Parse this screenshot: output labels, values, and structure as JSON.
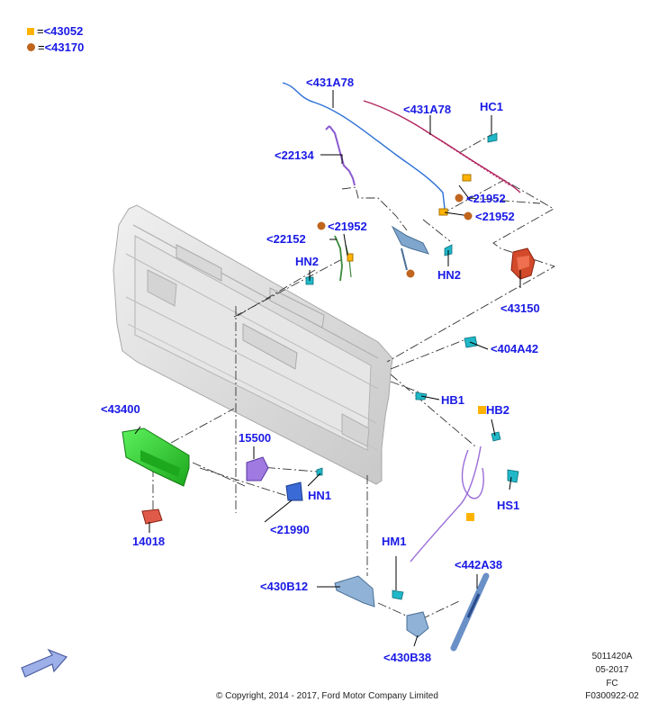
{
  "legend": {
    "square_code": "<43052",
    "circle_code": "<43170",
    "equals": "=",
    "square_color": "#ffb300",
    "circle_color": "#c0651e"
  },
  "labels": {
    "l_431A78_a": "<431A78",
    "l_431A78_b": "<431A78",
    "HC1": "HC1",
    "l_22134": "<22134",
    "l_21952_a": "<21952",
    "l_21952_b": "<21952",
    "l_21952_c": "<21952",
    "l_22152": "<22152",
    "HN2_a": "HN2",
    "HN2_b": "HN2",
    "l_43150": "<43150",
    "l_404A42": "<404A42",
    "HB1": "HB1",
    "HB2": "HB2",
    "l_43400": "<43400",
    "l_15500": "15500",
    "HN1": "HN1",
    "HS1": "HS1",
    "l_21990": "<21990",
    "l_14018": "14018",
    "HM1": "HM1",
    "l_442A38": "<442A38",
    "l_430B12": "<430B12",
    "l_430B38": "<430B38"
  },
  "footer": {
    "copyright": "© Copyright, 2014 - 2017, Ford Motor Company Limited",
    "code1": "5011420A",
    "date": "05-2017",
    "fc": "FC",
    "code2": "F0300922-02"
  },
  "colors": {
    "label_blue": "#1a1ae6",
    "wire_blue": "#2a6fd6",
    "wire_red": "#b0245e",
    "rod_purple": "#8a5ad0",
    "handle_green": "#38e038",
    "latch_red": "#d24a2a",
    "clip_cyan": "#20b8c8",
    "panel_gray": "#d0d0d0"
  }
}
